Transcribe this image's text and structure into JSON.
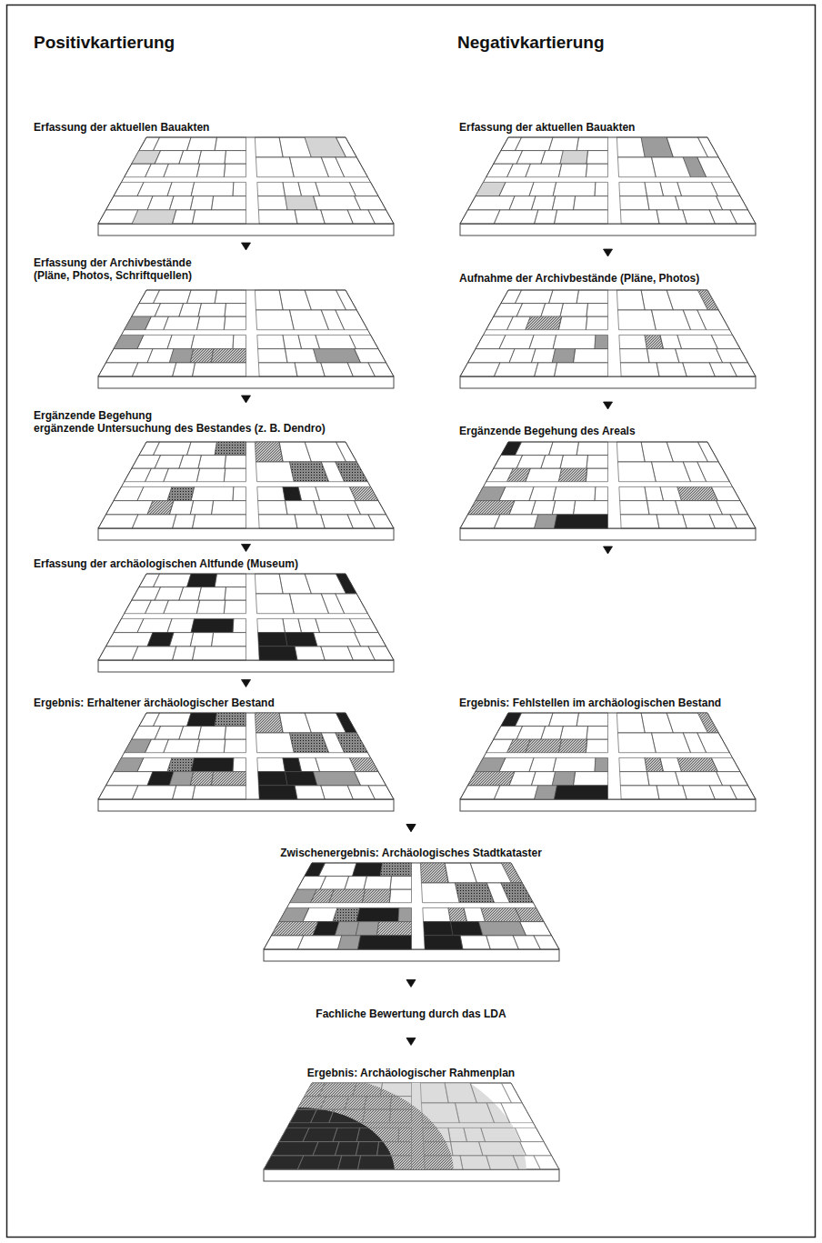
{
  "diagram": {
    "nodes": [
      {
        "text": [
          "Erfassung der aktuellen Bauakten"
        ]
      },
      {
        "text": [
          "Erfassung der aktuellen Bauakten"
        ]
      },
      {
        "text": [
          "Erfassung der Archivbestände (Pläne, Photos, Schriftquellen)"
        ]
      },
      {
        "text": [
          "Aufnahme der Archivbestände (Pläne, Photos)"
        ]
      },
      {
        "text": [
          "Ergänzende Begehung ergänzende Untersuchung des Bestandes (z. B. Dendro)"
        ]
      },
      {
        "text": [
          "Ergänzende Begehung des Areals"
        ]
      },
      {
        "text": [
          "Erfassung der archäologischen Altfunde (Museum)"
        ]
      },
      {
        "text": [
          "Ergebnis: Erhaltener ärchäologischer Bestand"
        ]
      },
      {
        "text": [
          "Ergebnis: Fehlstellen im archäologischen Bestand"
        ]
      },
      {
        "text": [
          "Zwischenergebnis: Archäologisches Stadtkataster"
        ]
      },
      {
        "text": [
          "Fachliche Bewertung durch das LDA"
        ]
      },
      {
        "text": [
          "Ergebnis: Archäologischer Rahmenplan"
        ]
      }
    ],
    "edges": [
      {
        "from": 0,
        "to": 2,
        "arrow": "to"
      },
      {
        "from": 2,
        "to": 4,
        "arrow": "to"
      },
      {
        "from": 4,
        "to": 6,
        "arrow": "to"
      },
      {
        "from": 6,
        "to": 7,
        "arrow": "to"
      },
      {
        "from": 1,
        "to": 3,
        "arrow": "to"
      },
      {
        "from": 3,
        "to": 5,
        "arrow": "to"
      },
      {
        "from": 5,
        "to": 8,
        "arrow": "to"
      },
      {
        "from": 7,
        "to": 9,
        "arrow": "to"
      },
      {
        "from": 8,
        "to": 9,
        "arrow": "to"
      },
      {
        "from": 9,
        "to": 10,
        "arrow": "to"
      },
      {
        "from": 10,
        "to": 11,
        "arrow": "to"
      }
    ],
    "labels": [
      "Positivkartierung",
      "Negativkartierung"
    ]
  }
}
